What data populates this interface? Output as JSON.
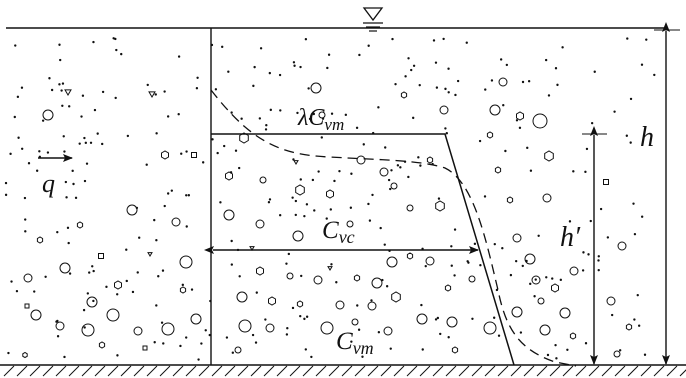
{
  "diagram": {
    "labels": {
      "flow": "q",
      "lambda_cvm": "λC",
      "lambda_cvm_sub": "vm",
      "cvc": "C",
      "cvc_sub": "vc",
      "cvm": "C",
      "cvm_sub": "vm",
      "h": "h",
      "h_prime": "h′"
    },
    "colors": {
      "line": "#111111",
      "background": "#ffffff"
    },
    "icons": {
      "water_surface": "water-surface-triangle-icon",
      "flow_arrow": "right-arrow-icon",
      "dimension_arrow": "double-arrow-icon"
    }
  }
}
